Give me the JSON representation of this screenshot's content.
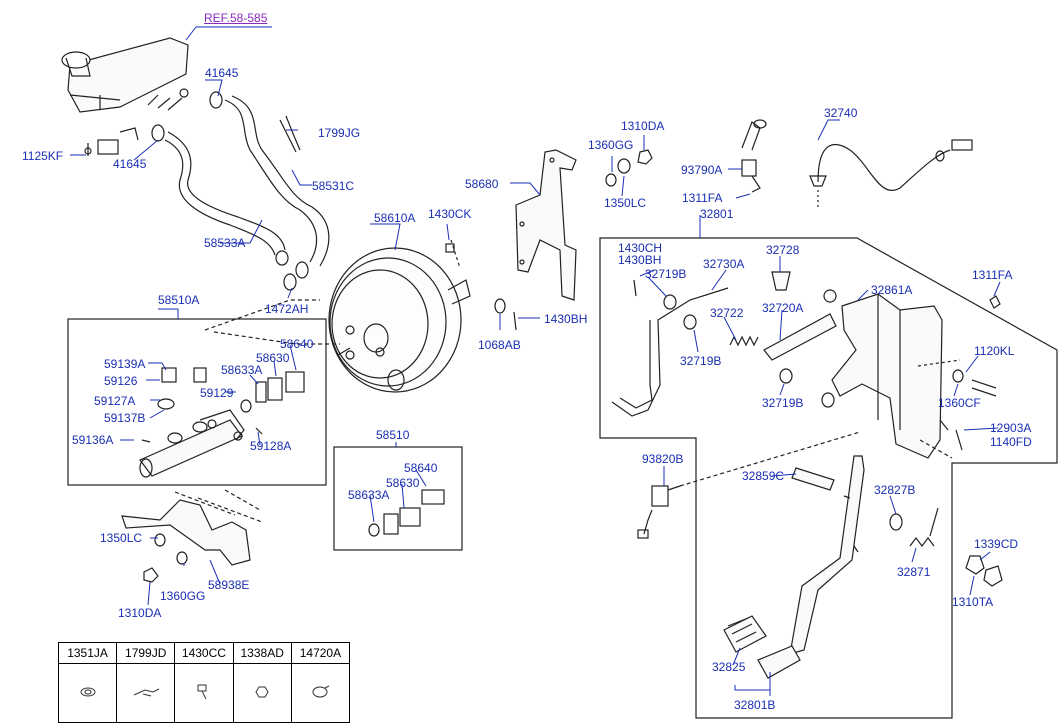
{
  "ref_label": "REF.58-585",
  "labels": {
    "l41645a": "41645",
    "l1799jg": "1799JG",
    "l1125kf": "1125KF",
    "l41645b": "41645",
    "l58531c": "58531C",
    "l58533a": "58533A",
    "l1472ah": "1472AH",
    "l58510a": "58510A",
    "l58610a": "58610A",
    "l1430ck": "1430CK",
    "l58680": "58680",
    "l1360gg_t": "1360GG",
    "l1310da_t": "1310DA",
    "l1350lc_t": "1350LC",
    "l1068ab": "1068AB",
    "l1430bh_m": "1430BH",
    "l59139a": "59139A",
    "l59126": "59126",
    "l58633a_a": "58633A",
    "l58630_a": "58630",
    "l58640_a": "58640",
    "l59127a": "59127A",
    "l59129": "59129",
    "l59137b": "59137B",
    "l59136a": "59136A",
    "l59128a": "59128A",
    "l58510": "58510",
    "l58640_b": "58640",
    "l58630_b": "58630",
    "l58633a_b": "58633A",
    "l1350lc_b": "1350LC",
    "l1360gg_b": "1360GG",
    "l58938e": "58938E",
    "l1310da_b": "1310DA",
    "l93790a": "93790A",
    "l1311fa_t": "1311FA",
    "l32740": "32740",
    "l32801": "32801",
    "l1430ch": "1430CH",
    "l1430bh_r": "1430BH",
    "l32719b_a": "32719B",
    "l32730a": "32730A",
    "l32728": "32728",
    "l1311fa_r": "1311FA",
    "l32861a": "32861A",
    "l32720a": "32720A",
    "l32722": "32722",
    "l32719b_b": "32719B",
    "l1120kl": "1120KL",
    "l32719b_c": "32719B",
    "l1360cf": "1360CF",
    "l12903a": "12903A",
    "l1140fd": "1140FD",
    "l93820b": "93820B",
    "l32859c": "32859C",
    "l32827b": "32827B",
    "l32871": "32871",
    "l1339cd": "1339CD",
    "l1310ta": "1310TA",
    "l32825": "32825",
    "l32801b": "32801B"
  },
  "legend": {
    "headers": [
      "1351JA",
      "1799JD",
      "1430CC",
      "1338AD",
      "14720A"
    ],
    "icons": [
      "nut-icon",
      "clip-icon",
      "bolt-icon",
      "hex-nut-icon",
      "clamp-icon"
    ]
  }
}
